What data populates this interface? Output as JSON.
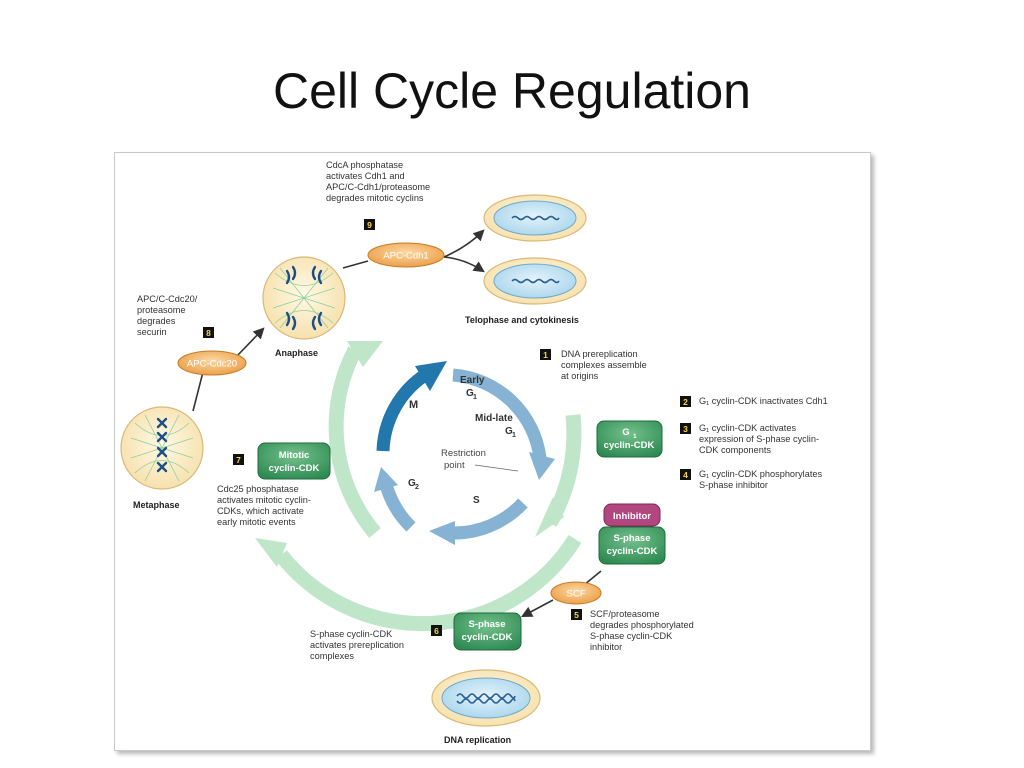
{
  "title": "Cell Cycle Regulation",
  "diagram": {
    "phases": {
      "telophase": "Telophase and cytokinesis",
      "anaphase": "Anaphase",
      "metaphase": "Metaphase",
      "dna_replication": "DNA replication"
    },
    "inner_cycle": {
      "m": "M",
      "early_g1_line1": "Early",
      "early_g1_line2": "G",
      "mid_late_g1_line1": "Mid-late",
      "mid_late_g1_line2": "G",
      "sub_1": "1",
      "sub_2": "2",
      "restriction_line1": "Restriction",
      "restriction_line2": "point",
      "s": "S",
      "g2": "G"
    },
    "enzymes": {
      "apc_cdh1": "APC-Cdh1",
      "apc_cdc20": "APC-Cdc20",
      "scf": "SCF"
    },
    "boxes": {
      "g1_cdk_line1": "G",
      "g1_cdk_sub": "1",
      "g1_cdk_line2": "cyclin-CDK",
      "mitotic_line1": "Mitotic",
      "mitotic_line2": "cyclin-CDK",
      "inhibitor": "Inhibitor",
      "sphase_line1": "S-phase",
      "sphase_line2": "cyclin-CDK",
      "sphase6_line1": "S-phase",
      "sphase6_line2": "cyclin-CDK"
    },
    "steps": {
      "s1": {
        "num": "1",
        "lines": [
          "DNA prereplication",
          "complexes assemble",
          "at origins"
        ]
      },
      "s2": {
        "num": "2",
        "lines": [
          "G₁ cyclin-CDK inactivates Cdh1"
        ]
      },
      "s3": {
        "num": "3",
        "lines": [
          "G₁ cyclin-CDK activates",
          "expression of S-phase cyclin-",
          "CDK components"
        ]
      },
      "s4": {
        "num": "4",
        "lines": [
          "G₁ cyclin-CDK phosphorylates",
          "S-phase inhibitor"
        ]
      },
      "s5": {
        "num": "5",
        "lines": [
          "SCF/proteasome",
          "degrades phosphorylated",
          "S-phase cyclin-CDK",
          "inhibitor"
        ]
      },
      "s6": {
        "num": "6",
        "lines": [
          "S-phase cyclin-CDK",
          "activates prereplication",
          "complexes"
        ]
      },
      "s7": {
        "num": "7",
        "lines": [
          "Cdc25 phosphatase",
          "activates mitotic cyclin-",
          "CDKs, which activate",
          "early mitotic events"
        ]
      },
      "s8": {
        "num": "8",
        "lines": [
          "APC/C-Cdc20/",
          "proteasome",
          "degrades",
          "securin"
        ]
      },
      "s9": {
        "num": "9",
        "lines": [
          "CdcA phosphatase",
          "activates Cdh1 and",
          "APC/C-Cdh1/proteasome",
          "degrades mitotic cyclins"
        ]
      }
    }
  }
}
